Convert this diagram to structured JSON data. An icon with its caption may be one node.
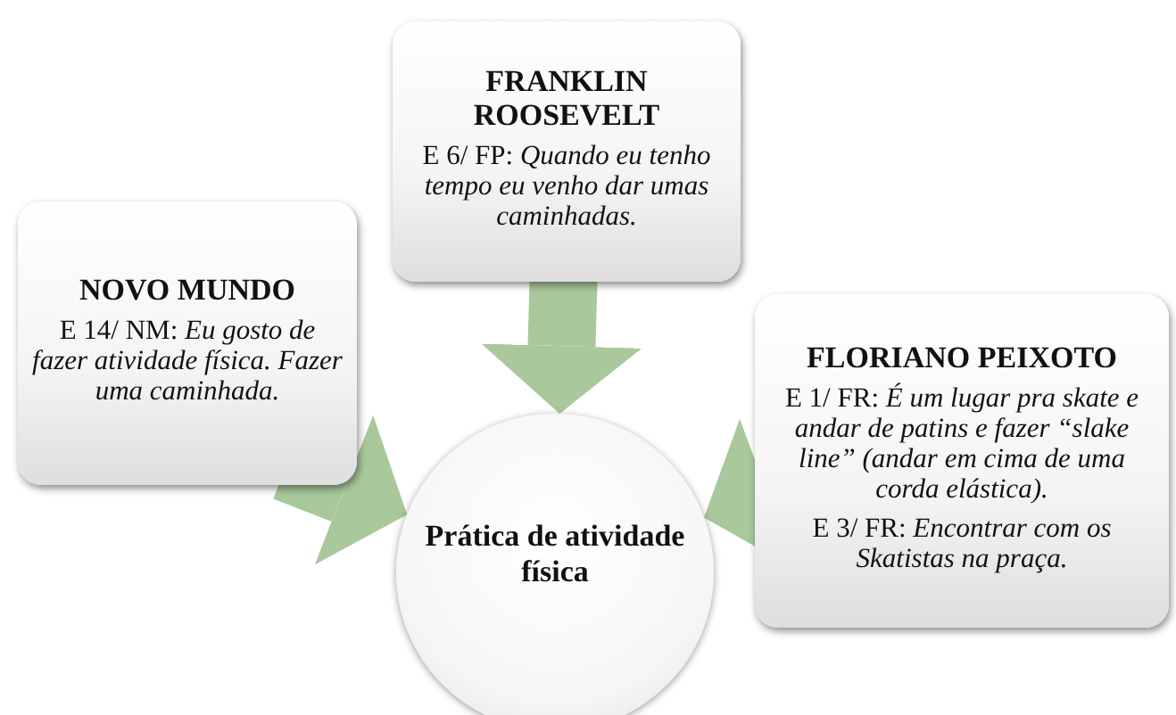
{
  "diagram": {
    "nodes": [
      {
        "text": [
          "FRANKLIN ROOSEVELT",
          "E 6/ FP: *Quando eu tenho tempo eu venho dar umas caminhadas.*"
        ]
      },
      {
        "text": [
          "NOVO MUNDO",
          "E 14/ NM: *Eu gosto de fazer atividade física. Fazer uma caminhada.*"
        ]
      },
      {
        "text": [
          "FLORIANO PEIXOTO",
          "E 1/ FR: *É um lugar pra skate e andar de patins e fazer “slake line” (andar em cima de uma corda elástica).*",
          "E 3/ FR: *Encontrar com os Skatistas na praça.*"
        ]
      },
      {
        "text": [
          "Prática de atividade física"
        ]
      }
    ],
    "edges": [
      {
        "from": 0,
        "to": 3,
        "arrow": "to"
      },
      {
        "from": 1,
        "to": 3,
        "arrow": "to"
      },
      {
        "from": 2,
        "to": 3,
        "arrow": "to"
      }
    ]
  }
}
